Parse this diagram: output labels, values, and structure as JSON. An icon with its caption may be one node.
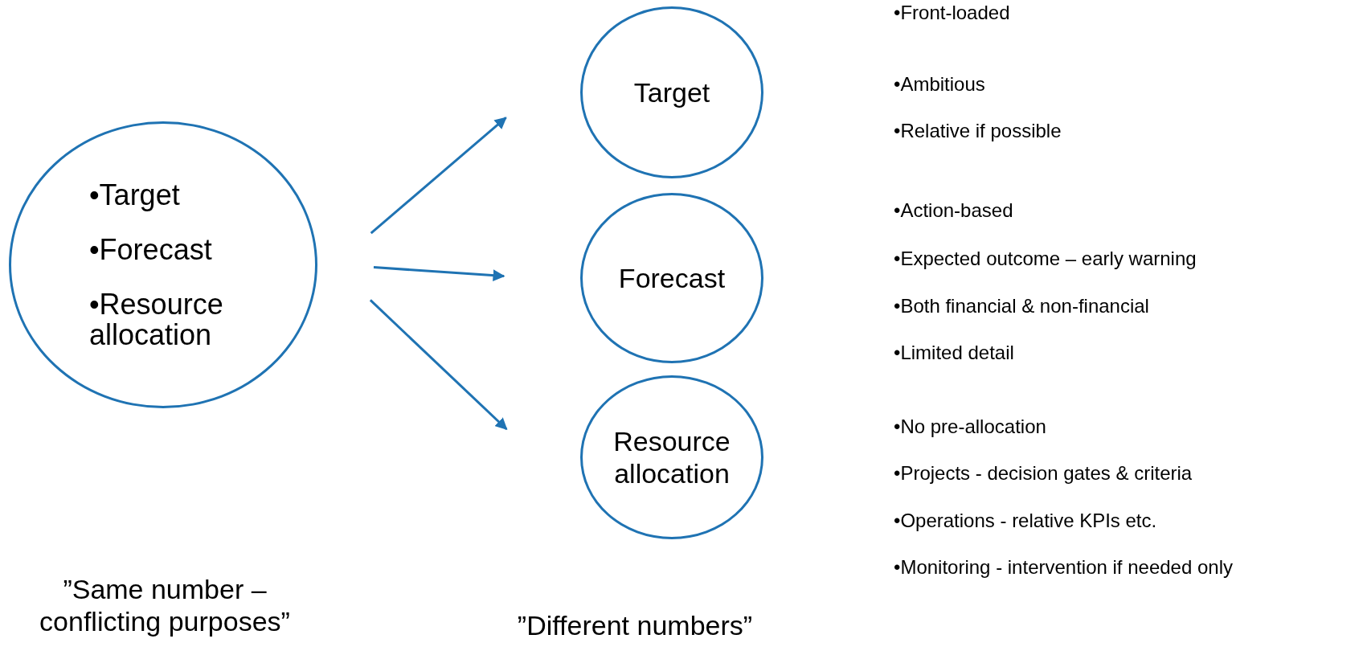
{
  "diagram": {
    "nodes": [
      {
        "text": [
          "•Target",
          "•Forecast",
          "•Resource allocation"
        ]
      },
      {
        "text": [
          "Target"
        ]
      },
      {
        "text": [
          "Forecast"
        ]
      },
      {
        "text": [
          "Resource allocation"
        ]
      }
    ],
    "edges": [
      {
        "from": 0,
        "to": 1,
        "arrow": "to"
      },
      {
        "from": 0,
        "to": 2,
        "arrow": "to"
      },
      {
        "from": 0,
        "to": 3,
        "arrow": "to"
      }
    ],
    "labels": [
      "•Front-loaded",
      "•Ambitious",
      "•Relative if possible",
      "•Action-based",
      "•Expected outcome – early warning",
      "•Both financial & non-financial",
      "•Limited detail",
      "•No pre-allocation",
      "•Projects - decision gates & criteria",
      "•Operations - relative KPIs etc.",
      "•Monitoring - intervention if needed only",
      "”Same number – conflicting purposes”",
      "”Different numbers”"
    ]
  }
}
